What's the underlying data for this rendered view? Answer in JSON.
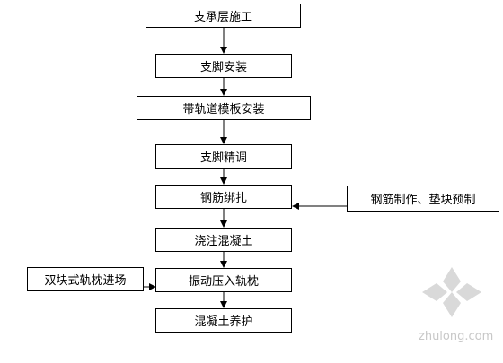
{
  "flow": {
    "steps": [
      "支承层施工",
      "支脚安装",
      "带轨道模板安装",
      "支脚精调",
      "钢筋绑扎",
      "浇注混凝土",
      "振动压入轨枕",
      "混凝土养护"
    ],
    "side_inputs": {
      "right": "钢筋制作、垫块预制",
      "left": "双块式轨枕进场"
    }
  },
  "watermark": {
    "text": "zhulong.com",
    "color": "#c8c8c8"
  }
}
